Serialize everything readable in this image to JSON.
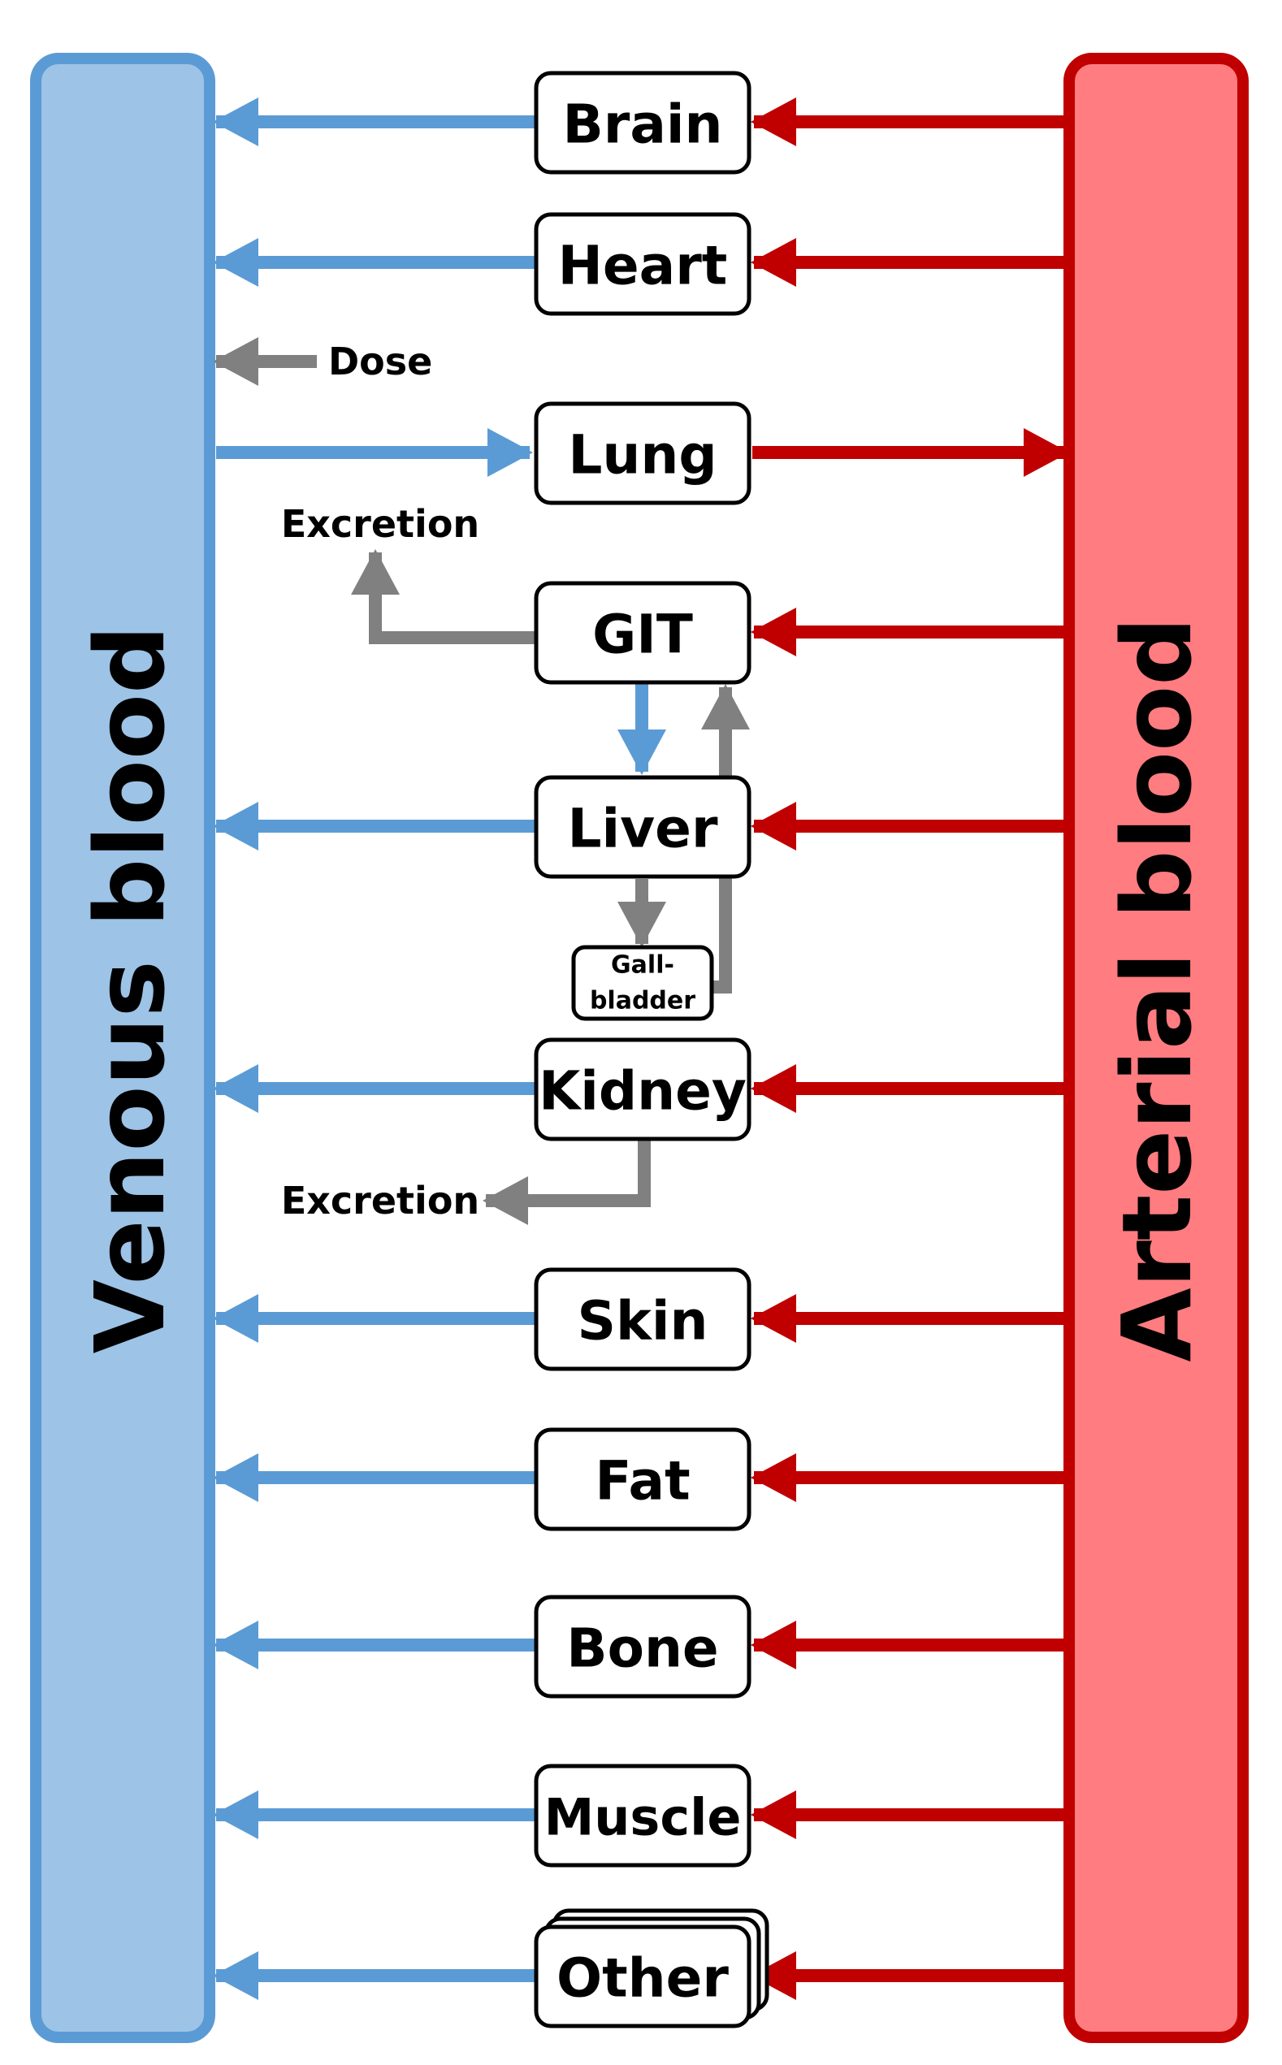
{
  "venous": {
    "label": "Venous blood",
    "fill": "#9DC3E6",
    "stroke": "#5B9BD5"
  },
  "arterial": {
    "label": "Arterial blood",
    "fill": "#FF7C80",
    "stroke": "#C00000"
  },
  "colors": {
    "venous_arrow": "#5B9BD5",
    "arterial_arrow": "#C00000",
    "other_arrow": "#808080"
  },
  "organs": {
    "brain": "Brain",
    "heart": "Heart",
    "lung": "Lung",
    "git": "GIT",
    "liver": "Liver",
    "gallbladder_1": "Gall-",
    "gallbladder_2": "bladder",
    "kidney": "Kidney",
    "skin": "Skin",
    "fat": "Fat",
    "bone": "Bone",
    "muscle": "Muscle",
    "other": "Other"
  },
  "labels": {
    "dose": "Dose",
    "excretion_git": "Excretion",
    "excretion_kidney": "Excretion"
  }
}
